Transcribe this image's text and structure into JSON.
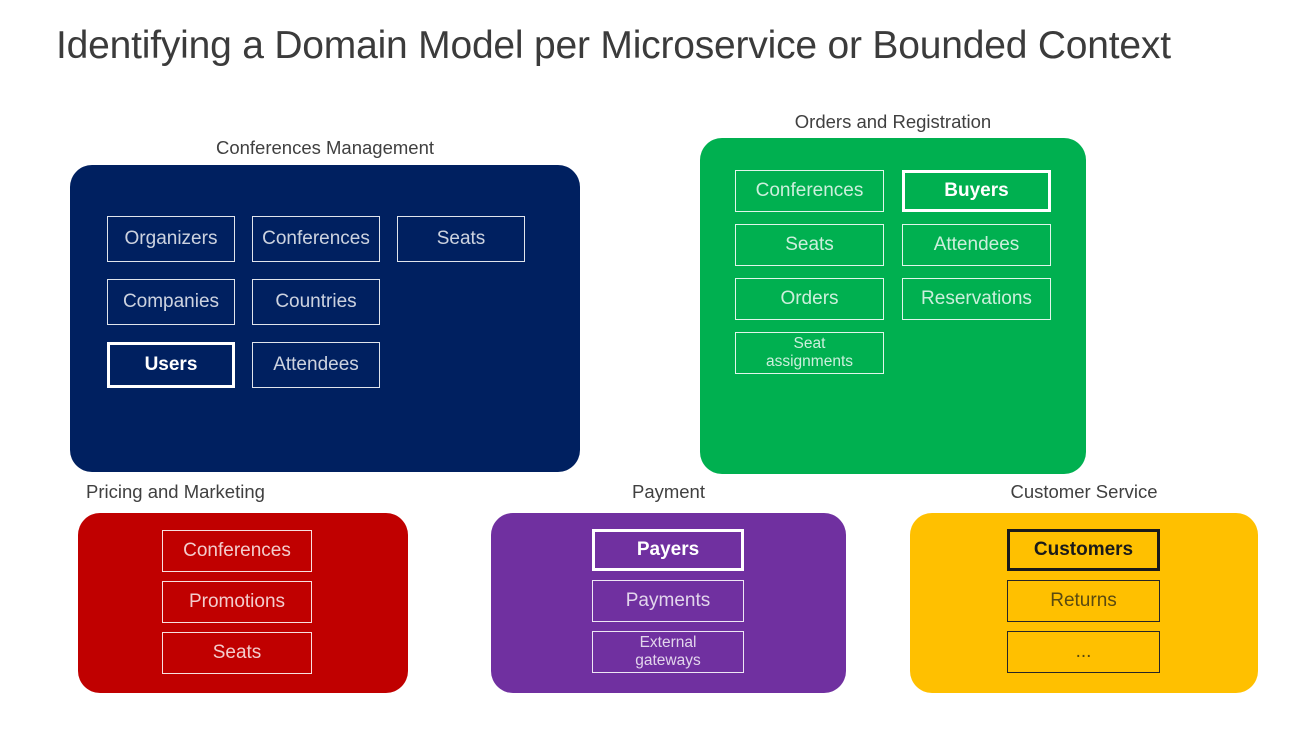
{
  "slide": {
    "title": "Identifying a Domain Model per Microservice or Bounded Context",
    "background_color": "#FFFFFF",
    "title_color": "#3B3B3B",
    "label_color": "#404040"
  },
  "contexts": [
    {
      "id": "conferences-management",
      "label": "Conferences Management",
      "fill_color": "#002060",
      "text_style": "light",
      "columns": 3,
      "entities": [
        {
          "name": "Organizers",
          "highlighted": false,
          "lines": [
            "Organizers"
          ]
        },
        {
          "name": "Conferences",
          "highlighted": false,
          "lines": [
            "Conferences"
          ]
        },
        {
          "name": "Seats",
          "highlighted": false,
          "lines": [
            "Seats"
          ]
        },
        {
          "name": "Companies",
          "highlighted": false,
          "lines": [
            "Companies"
          ]
        },
        {
          "name": "Countries",
          "highlighted": false,
          "lines": [
            "Countries"
          ]
        },
        {
          "name": "",
          "highlighted": false,
          "lines": [
            ""
          ],
          "empty": true
        },
        {
          "name": "Users",
          "highlighted": true,
          "lines": [
            "Users"
          ]
        },
        {
          "name": "Attendees",
          "highlighted": false,
          "lines": [
            "Attendees"
          ]
        }
      ]
    },
    {
      "id": "orders-registration",
      "label": "Orders and Registration",
      "fill_color": "#00B050",
      "text_style": "light",
      "columns": 2,
      "entities": [
        {
          "name": "Conferences",
          "highlighted": false,
          "lines": [
            "Conferences"
          ]
        },
        {
          "name": "Buyers",
          "highlighted": true,
          "lines": [
            "Buyers"
          ]
        },
        {
          "name": "Seats",
          "highlighted": false,
          "lines": [
            "Seats"
          ]
        },
        {
          "name": "Attendees",
          "highlighted": false,
          "lines": [
            "Attendees"
          ]
        },
        {
          "name": "Orders",
          "highlighted": false,
          "lines": [
            "Orders"
          ]
        },
        {
          "name": "Reservations",
          "highlighted": false,
          "lines": [
            "Reservations"
          ]
        },
        {
          "name": "Seat assignments",
          "highlighted": false,
          "lines": [
            "Seat",
            "assignments"
          ],
          "two_line": true
        }
      ]
    },
    {
      "id": "pricing-marketing",
      "label": "Pricing and Marketing",
      "fill_color": "#C00000",
      "text_style": "light",
      "columns": 1,
      "label_align": "left",
      "entities": [
        {
          "name": "Conferences",
          "highlighted": false,
          "lines": [
            "Conferences"
          ]
        },
        {
          "name": "Promotions",
          "highlighted": false,
          "lines": [
            "Promotions"
          ]
        },
        {
          "name": "Seats",
          "highlighted": false,
          "lines": [
            "Seats"
          ]
        }
      ]
    },
    {
      "id": "payment",
      "label": "Payment",
      "fill_color": "#7030A0",
      "text_style": "light",
      "columns": 1,
      "entities": [
        {
          "name": "Payers",
          "highlighted": true,
          "lines": [
            "Payers"
          ]
        },
        {
          "name": "Payments",
          "highlighted": false,
          "lines": [
            "Payments"
          ]
        },
        {
          "name": "External gateways",
          "highlighted": false,
          "lines": [
            "External",
            "gateways"
          ],
          "two_line": true
        }
      ]
    },
    {
      "id": "customer-service",
      "label": "Customer Service",
      "fill_color": "#FFC000",
      "text_style": "dark",
      "columns": 1,
      "entities": [
        {
          "name": "Customers",
          "highlighted": true,
          "lines": [
            "Customers"
          ]
        },
        {
          "name": "Returns",
          "highlighted": false,
          "lines": [
            "Returns"
          ]
        },
        {
          "name": "...",
          "highlighted": false,
          "lines": [
            "..."
          ]
        }
      ]
    }
  ]
}
